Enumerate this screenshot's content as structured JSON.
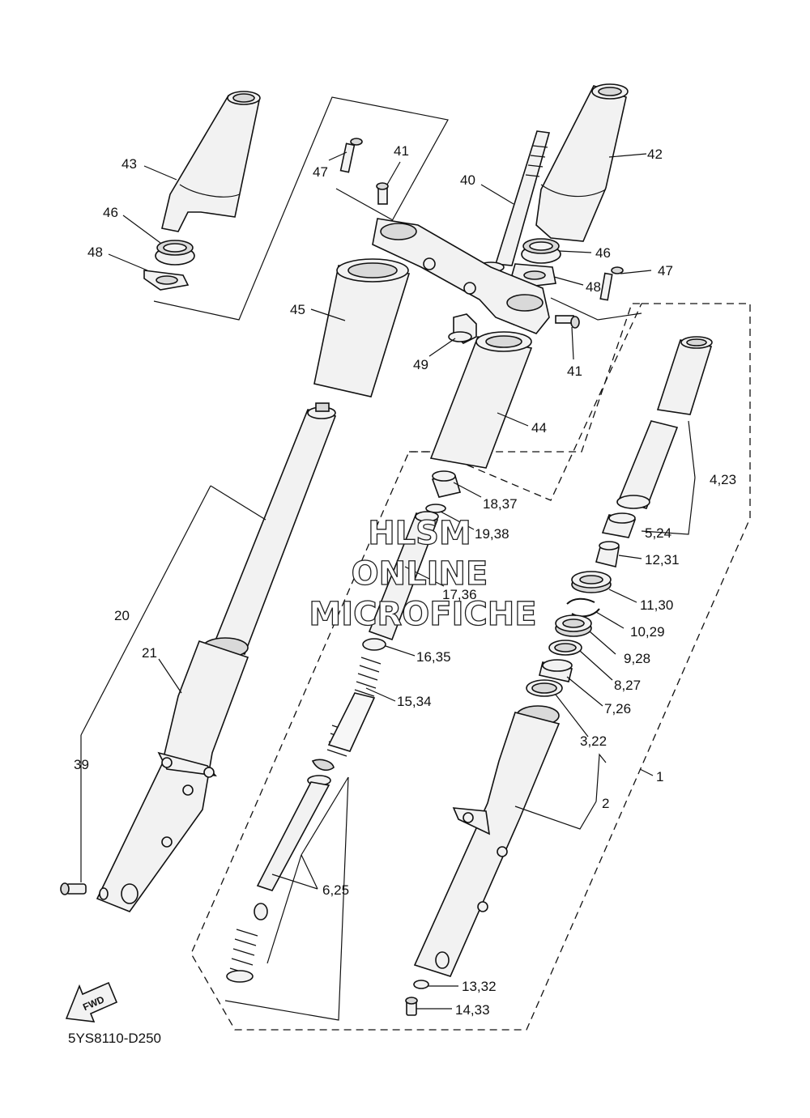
{
  "diagram_code": "5YS8110-D250",
  "fwd_label": "FWD",
  "watermark": [
    "HLSM",
    "ONLINE",
    "MICROFICHE"
  ],
  "labels": {
    "l1": "1",
    "l2": "2",
    "l3_22": "3,22",
    "l4_23": "4,23",
    "l5_24": "5,24",
    "l6_25": "6,25",
    "l7_26": "7,26",
    "l8_27": "8,27",
    "l9_28": "9,28",
    "l10_29": "10,29",
    "l11_30": "11,30",
    "l12_31": "12,31",
    "l13_32": "13,32",
    "l14_33": "14,33",
    "l15_34": "15,34",
    "l16_35": "16,35",
    "l17_36": "17,36",
    "l18_37": "18,37",
    "l19_38": "19,38",
    "l20": "20",
    "l21": "21",
    "l39": "39",
    "l40": "40",
    "l41a": "41",
    "l41b": "41",
    "l42": "42",
    "l43": "43",
    "l44": "44",
    "l45": "45",
    "l46a": "46",
    "l46b": "46",
    "l47a": "47",
    "l47b": "47",
    "l48a": "48",
    "l48b": "48",
    "l49": "49"
  }
}
